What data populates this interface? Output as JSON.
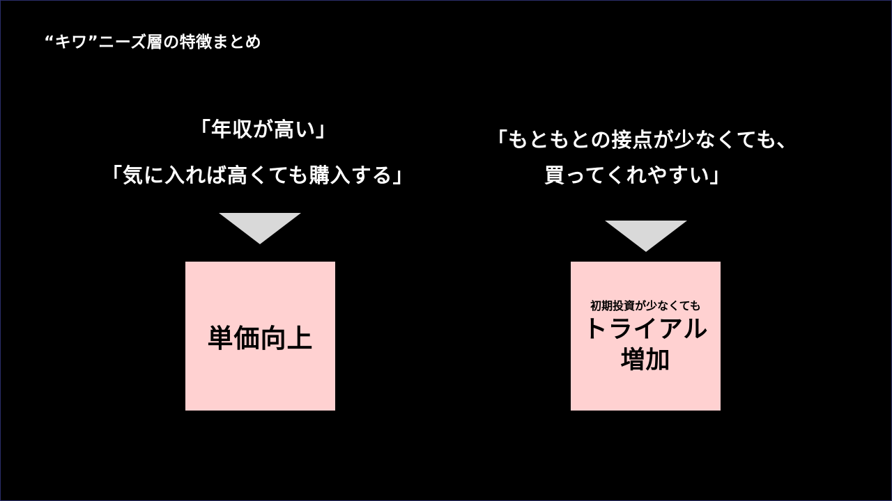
{
  "slide": {
    "title": "“キワ”ニーズ層の特徴まとめ",
    "colors": {
      "background": "#000000",
      "text": "#ffffff",
      "arrow": "#d9d9d9",
      "box": "#ffd1d1",
      "box_text": "#000000"
    }
  },
  "left": {
    "quote_lines": [
      "「年収が高い」",
      "「気に入れば高くても購入する」"
    ],
    "box_text": "単価向上"
  },
  "right": {
    "quote_lines": [
      "「もともとの接点が少なくても、",
      "買ってくれやすい」"
    ],
    "box_sub": "初期投資が少なくても",
    "box_lines": [
      "トライアル",
      "増加"
    ]
  }
}
